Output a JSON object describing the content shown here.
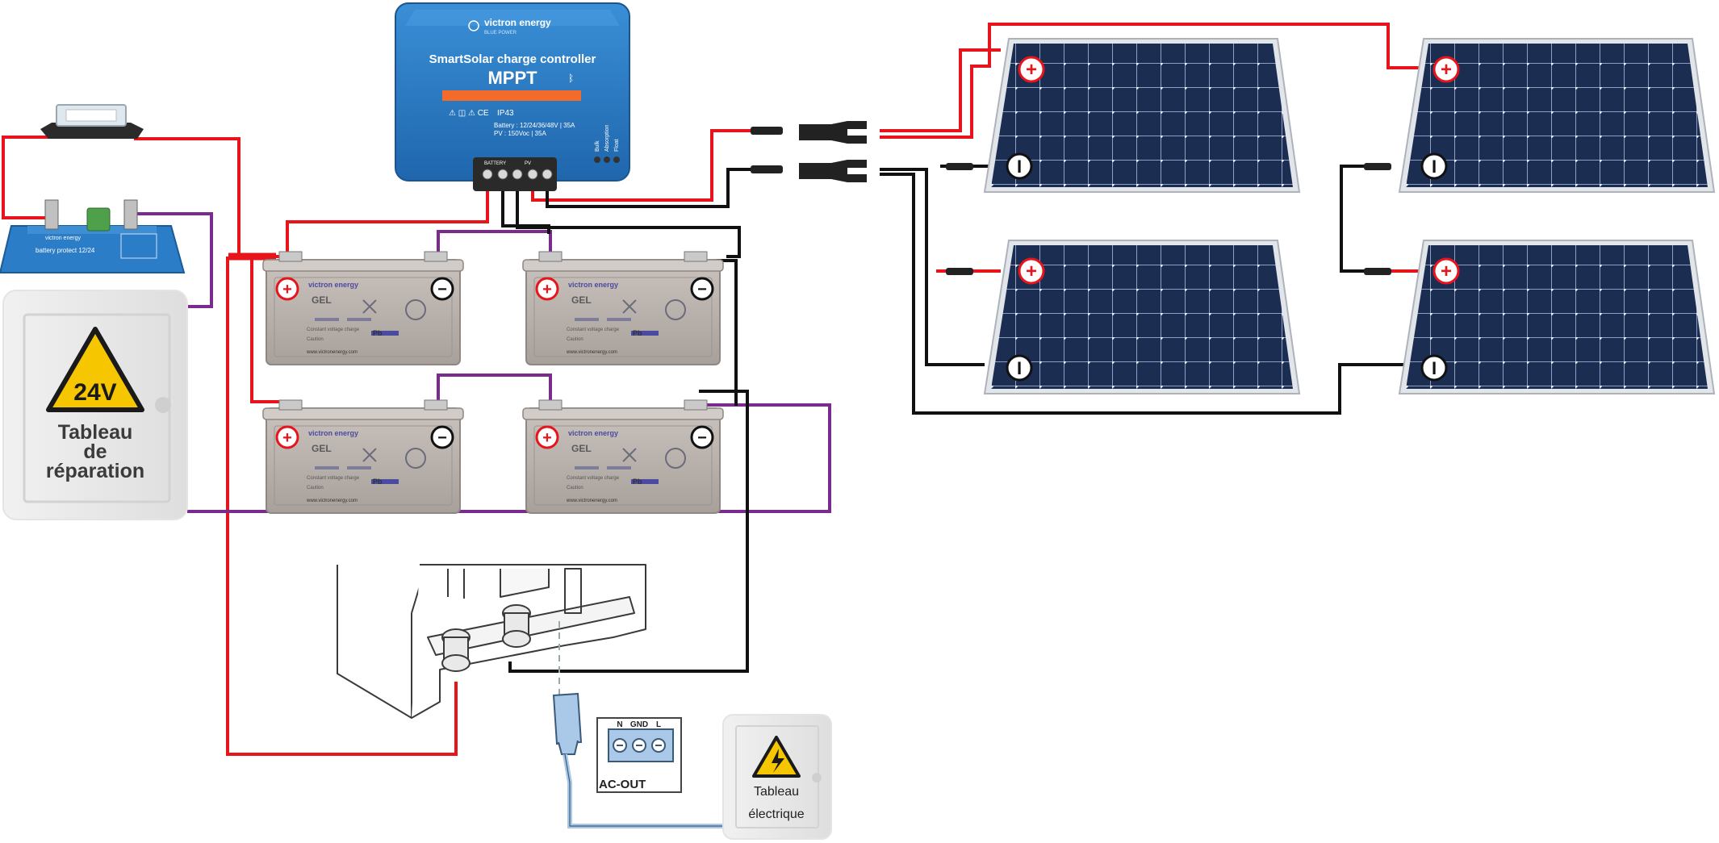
{
  "mppt": {
    "brand": "victron energy",
    "brand_sub": "BLUE POWER",
    "title": "SmartSolar charge controller",
    "model": "MPPT",
    "compliance": "IP43",
    "battery_spec": "Battery :  12/24/36/48V | 35A",
    "pv_spec": "PV       :  150Voc | 35A",
    "led_bulk": "Bulk",
    "led_absorption": "Absorption",
    "led_float": "Float",
    "terminal_battery": "BATTERY",
    "terminal_pv": "PV"
  },
  "battery_protect": {
    "brand": "victron energy",
    "label": "battery protect 12/24"
  },
  "battery": {
    "brand": "victron energy",
    "type": "GEL",
    "chem": "Pb",
    "plus": "+",
    "minus": "−",
    "spec_line1": "Constant voltage charge",
    "spec_line2": "Caution",
    "website": "www.victronenergy.com"
  },
  "distribution_panel": {
    "voltage": "24V",
    "line1": "Tableau",
    "line2": "de",
    "line3": "réparation"
  },
  "electrical_panel": {
    "line1": "Tableau",
    "line2": "électrique"
  },
  "ac_out": {
    "label": "AC-OUT",
    "terminal_n": "N",
    "terminal_gnd": "GND",
    "terminal_l": "L"
  },
  "solar_panel": {
    "plus": "+",
    "minus": "I"
  },
  "colors": {
    "positive": "#e8141c",
    "negative": "#111111",
    "purple": "#7b2a8e",
    "ac_blue": "#aac8e8",
    "victron_blue": "#2b7dc7",
    "panel_blue": "#1c2d52",
    "battery_grey": "#b9b2ad"
  }
}
